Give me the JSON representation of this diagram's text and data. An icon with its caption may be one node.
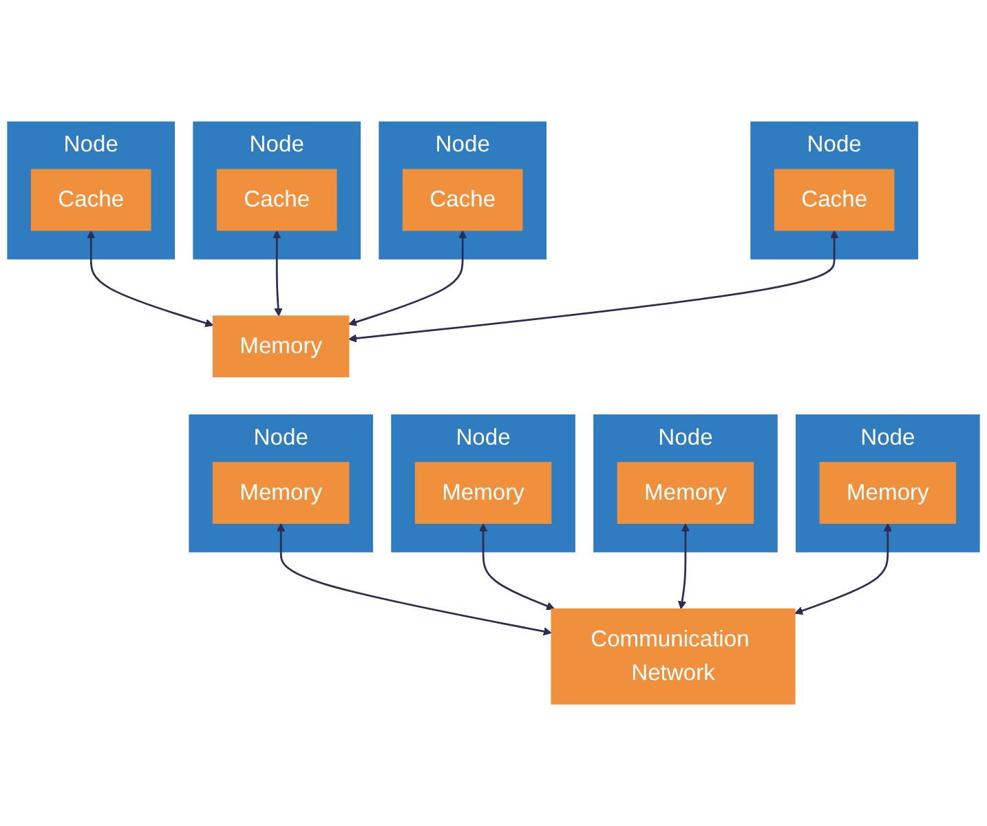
{
  "diagram": {
    "nodes": [
      {
        "text": [
          "Node"
        ]
      },
      {
        "text": [
          "Cache"
        ],
        "in": 0
      },
      {
        "text": [
          "Node"
        ]
      },
      {
        "text": [
          "Cache"
        ],
        "in": 2
      },
      {
        "text": [
          "Node"
        ]
      },
      {
        "text": [
          "Cache"
        ],
        "in": 4
      },
      {
        "text": [
          "Node"
        ]
      },
      {
        "text": [
          "Cache"
        ],
        "in": 6
      },
      {
        "text": [
          "Memory"
        ]
      },
      {
        "text": [
          "Node"
        ]
      },
      {
        "text": [
          "Memory"
        ],
        "in": 9
      },
      {
        "text": [
          "Node"
        ]
      },
      {
        "text": [
          "Memory"
        ],
        "in": 11
      },
      {
        "text": [
          "Node"
        ]
      },
      {
        "text": [
          "Memory"
        ],
        "in": 13
      },
      {
        "text": [
          "Node"
        ]
      },
      {
        "text": [
          "Memory"
        ],
        "in": 15
      },
      {
        "text": [
          "Communication Network"
        ]
      }
    ],
    "edges": [
      {
        "from": 1,
        "to": 8,
        "arrow": "both"
      },
      {
        "from": 3,
        "to": 8,
        "arrow": "both"
      },
      {
        "from": 5,
        "to": 8,
        "arrow": "both"
      },
      {
        "from": 7,
        "to": 8,
        "arrow": "both"
      },
      {
        "from": 10,
        "to": 17,
        "arrow": "both"
      },
      {
        "from": 12,
        "to": 17,
        "arrow": "both"
      },
      {
        "from": 14,
        "to": 17,
        "arrow": "both"
      },
      {
        "from": 16,
        "to": 17,
        "arrow": "both"
      }
    ]
  }
}
